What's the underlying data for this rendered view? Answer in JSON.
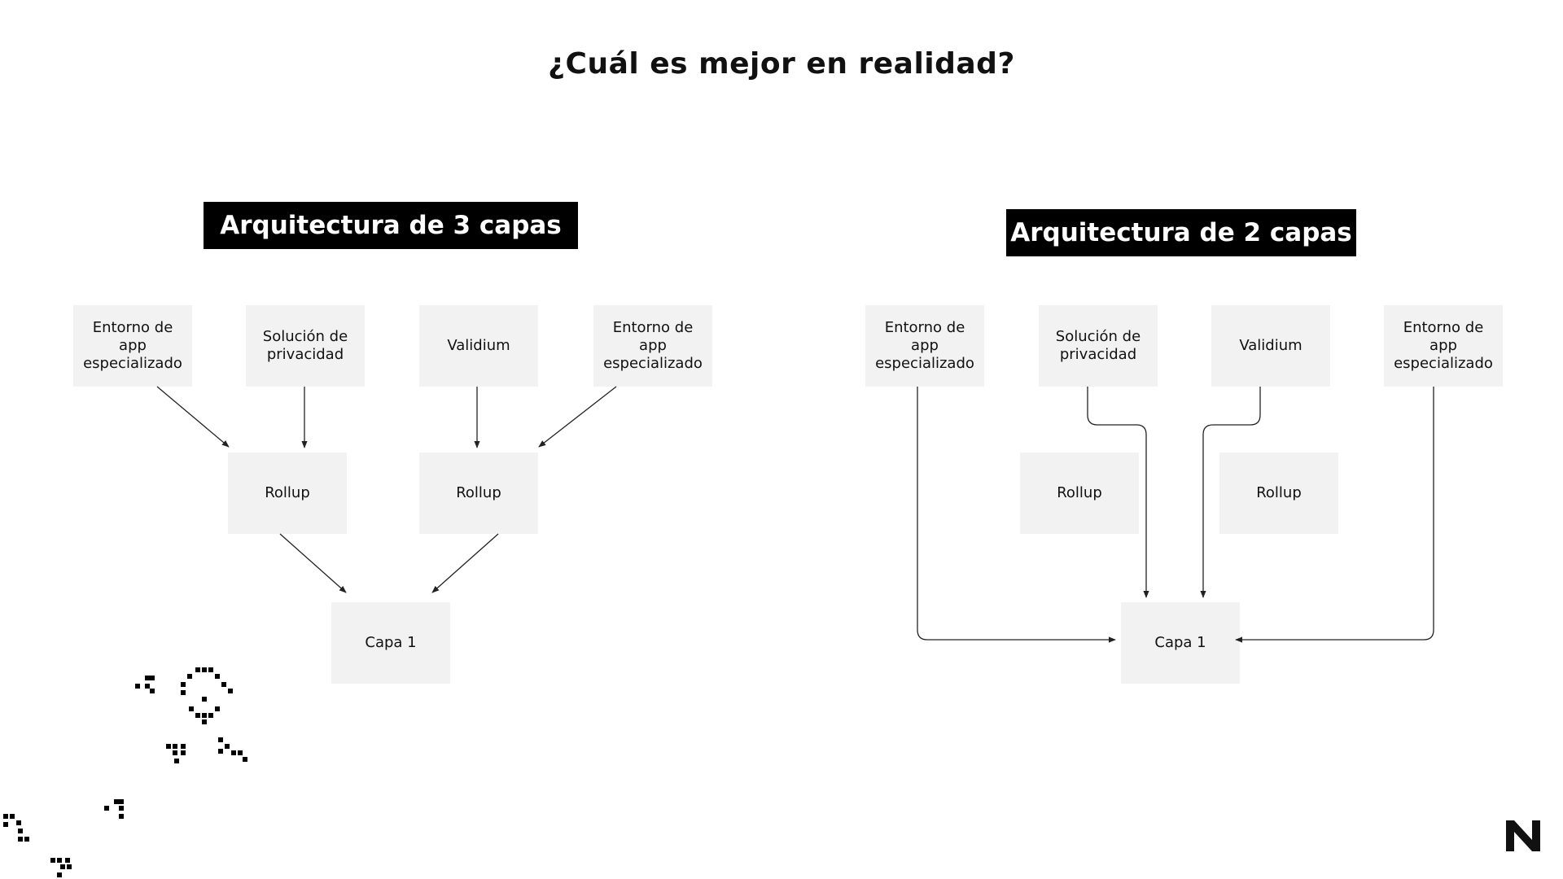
{
  "title": "¿Cuál es mejor en realidad?",
  "left_diagram": {
    "heading": "Arquitectura de 3 capas",
    "sources": [
      "Entorno de app especializado",
      "Solución de privacidad",
      "Validium",
      "Entorno de app especializado"
    ],
    "rollups": [
      "Rollup",
      "Rollup"
    ],
    "base": "Capa 1"
  },
  "right_diagram": {
    "heading": "Arquitectura de 2 capas",
    "sources": [
      "Entorno de app especializado",
      "Solución de privacidad",
      "Validium",
      "Entorno de app especializado"
    ],
    "rollups": [
      "Rollup",
      "Rollup"
    ],
    "base": "Capa 1"
  },
  "colors": {
    "box": "#f1f2f1",
    "heading_bg": "#000000",
    "text": "#111111",
    "line": "#222222"
  },
  "icons": {
    "logo": "brand-logo-icon",
    "decoration": "pixel-art-decoration"
  }
}
